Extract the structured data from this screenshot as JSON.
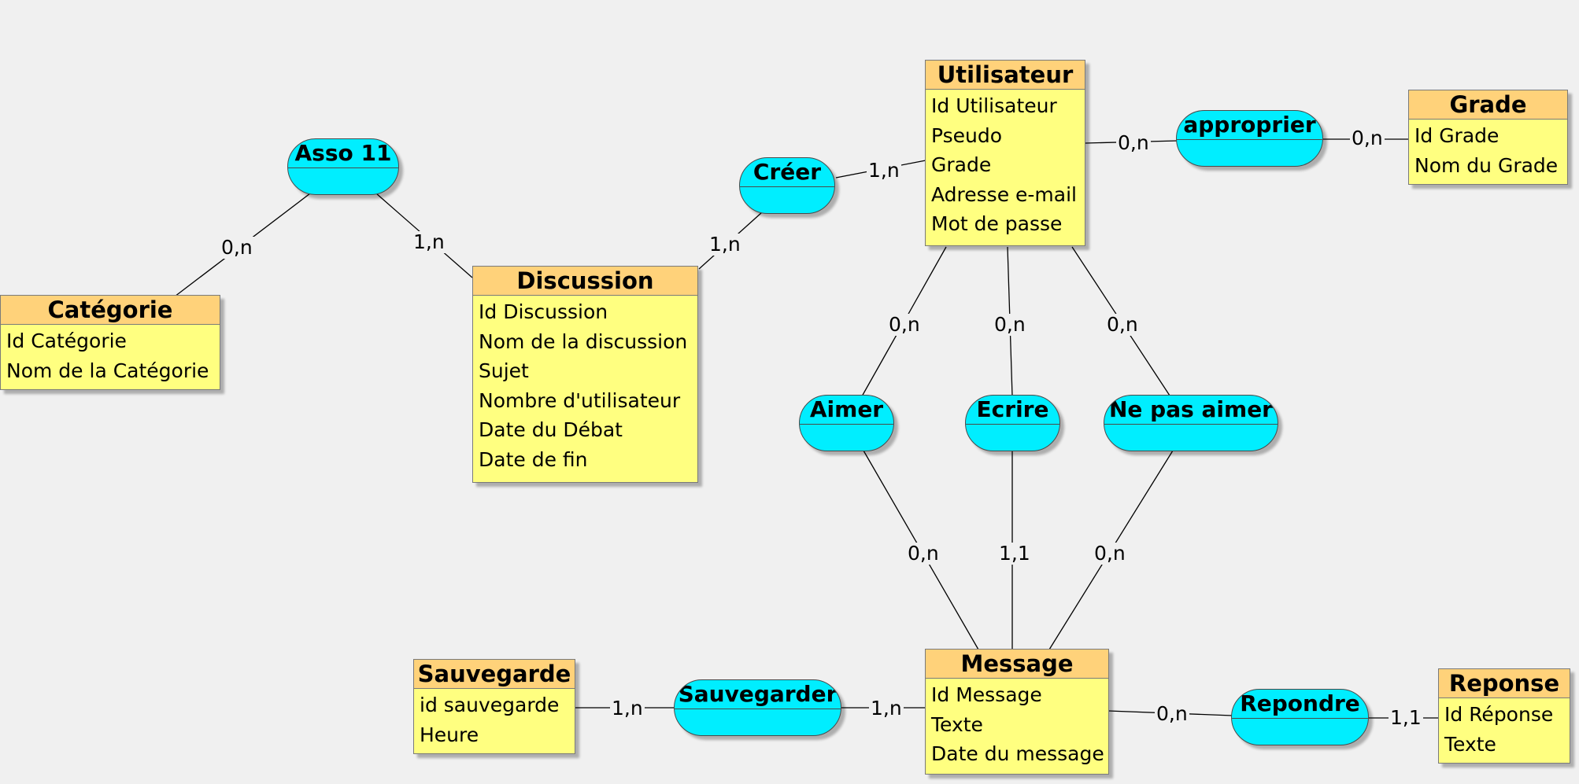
{
  "entities": {
    "utilisateur": {
      "title": "Utilisateur",
      "attrs": [
        "Id Utilisateur",
        "Pseudo",
        "Grade",
        "Adresse e-mail",
        "Mot de passe"
      ]
    },
    "grade": {
      "title": "Grade",
      "attrs": [
        "Id Grade",
        "Nom du Grade"
      ]
    },
    "categorie": {
      "title": "Catégorie",
      "attrs": [
        "Id Catégorie",
        "Nom de la Catégorie"
      ]
    },
    "discussion": {
      "title": "Discussion",
      "attrs": [
        "Id Discussion",
        "Nom de la discussion",
        "Sujet",
        "Nombre d'utilisateur",
        "Date du Débat",
        "Date de fin"
      ]
    },
    "message": {
      "title": "Message",
      "attrs": [
        "Id Message",
        "Texte",
        "Date du message"
      ]
    },
    "sauvegarde": {
      "title": "Sauvegarde",
      "attrs": [
        "id sauvegarde",
        "Heure"
      ]
    },
    "reponse": {
      "title": "Reponse",
      "attrs": [
        "Id Réponse",
        "Texte"
      ]
    }
  },
  "associations": {
    "asso11": "Asso 11",
    "creer": "Créer",
    "approprier": "approprier",
    "aimer": "Aimer",
    "ecrire": "Ecrire",
    "nepasaimer": "Ne pas aimer",
    "sauvegarder": "Sauvegarder",
    "repondre": "Repondre"
  },
  "cardinalities": {
    "cat_asso": "0,n",
    "asso_disc": "1,n",
    "disc_creer": "1,n",
    "creer_util": "1,n",
    "util_appr": "0,n",
    "appr_grade": "0,n",
    "util_aimer": "0,n",
    "util_ecrire": "0,n",
    "util_nepas": "0,n",
    "aimer_msg": "0,n",
    "ecrire_msg": "1,1",
    "nepas_msg": "0,n",
    "sauv_sauvegarder": "1,n",
    "sauvegarder_msg": "1,n",
    "msg_repondre": "0,n",
    "repondre_rep": "1,1"
  }
}
